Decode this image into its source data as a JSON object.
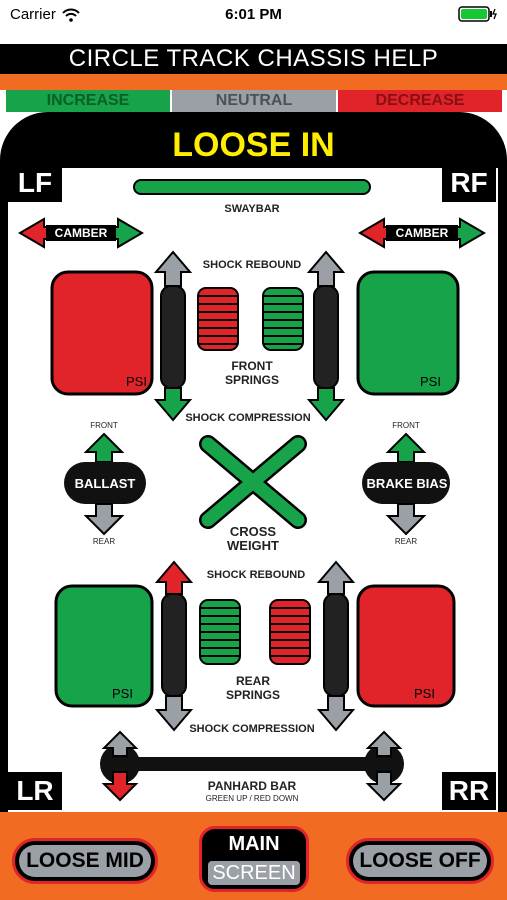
{
  "status_bar": {
    "carrier": "Carrier",
    "time": "6:01 PM"
  },
  "title": "CIRCLE TRACK CHASSIS HELP",
  "legend": {
    "increase": "INCREASE",
    "neutral": "NEUTRAL",
    "decrease": "DECREASE"
  },
  "headline": "LOOSE IN",
  "corners": {
    "lf": "LF",
    "rf": "RF",
    "lr": "LR",
    "rr": "RR"
  },
  "labels": {
    "swaybar": "SWAYBAR",
    "camber_left": "CAMBER",
    "camber_right": "CAMBER",
    "front_shock_rebound": "SHOCK REBOUND",
    "front_springs_1": "FRONT",
    "front_springs_2": "SPRINGS",
    "front_shock_compression": "SHOCK COMPRESSION",
    "ballast": "BALLAST",
    "brake_bias": "BRAKE BIAS",
    "front": "FRONT",
    "rear": "REAR",
    "cross_weight_1": "CROSS",
    "cross_weight_2": "WEIGHT",
    "rear_shock_rebound": "SHOCK REBOUND",
    "rear_springs_1": "REAR",
    "rear_springs_2": "SPRINGS",
    "rear_shock_compression": "SHOCK COMPRESSION",
    "panhard_bar": "PANHARD BAR",
    "panhard_sub": "GREEN UP / RED DOWN",
    "psi": "PSI"
  },
  "buttons": {
    "loose_mid": "LOOSE MID",
    "main_top": "MAIN",
    "main_bottom": "SCREEN",
    "loose_off": "LOOSE OFF"
  },
  "colors": {
    "increase": "#16a34a",
    "neutral": "#9aa0a6",
    "decrease": "#e0242a",
    "accent": "#f26b22",
    "headline": "#ffee00"
  }
}
